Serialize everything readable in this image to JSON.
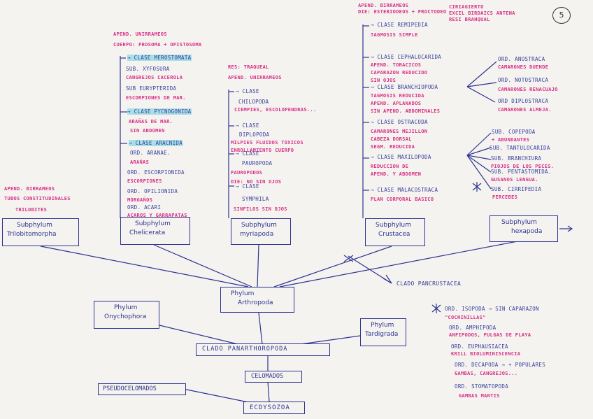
{
  "page_number": "5",
  "top_right": {
    "l1": "CIRIAGIERTO",
    "l2": "EXCIL BIRDAICS ANTENA",
    "l3": "RESI BRANQUAL"
  },
  "top_crustacea": {
    "l1": "APEND. BIRRAMEOS",
    "l2": "DIE: ESTERIODEOS + PROCTODEO"
  },
  "chelicerata_notes": {
    "apend": "APEND. UNIRRAMEOS",
    "cuerpo": "CUERPO: PROSOMA + OPISTOSOMA"
  },
  "chelicerata": [
    {
      "t": "CLASE MEROSTOMATA",
      "c": "blue",
      "hl": true
    },
    {
      "t": "SUB. XYFOSURA",
      "c": "blue"
    },
    {
      "t": "CANGREJOS CACEROLA",
      "c": "pink"
    },
    {
      "t": "SUB EURYPTERIDA",
      "c": "blue"
    },
    {
      "t": "ESCORPIONES DE MAR.",
      "c": "pink"
    },
    {
      "t": "CLASE PYCNOGONIDA",
      "c": "blue",
      "hl": true
    },
    {
      "t": "ARAÑAS DE MAR.",
      "c": "pink"
    },
    {
      "t": "SIN ABDOMEN",
      "c": "pink"
    },
    {
      "t": "CLASE ARACNIDA",
      "c": "blue",
      "hl": true
    },
    {
      "t": "ORD. ARANAE.",
      "c": "blue"
    },
    {
      "t": "ARAÑAS",
      "c": "pink"
    },
    {
      "t": "ORD. ESCORPIONIDA",
      "c": "blue"
    },
    {
      "t": "ESCORPIONES",
      "c": "pink"
    },
    {
      "t": "ORD. OPILIONIDA",
      "c": "blue"
    },
    {
      "t": "MORGAÑOS",
      "c": "pink"
    },
    {
      "t": "ORD. ACARI",
      "c": "blue"
    },
    {
      "t": "ACAROS Y GARRAPATAS",
      "c": "pink"
    }
  ],
  "myriapoda_notes": {
    "resp": "RES: TRAQUEAL",
    "apend": "APEND. UNIRRAMEOS"
  },
  "myriapoda": [
    {
      "t": "CLASE",
      "c": "blue"
    },
    {
      "t": "CHILOPODA",
      "c": "blue"
    },
    {
      "t": "CIEMPIES, ESCOLOPENDRAS...",
      "c": "pink"
    },
    {
      "t": "CLASE",
      "c": "blue"
    },
    {
      "t": "DIPLOPODA",
      "c": "blue"
    },
    {
      "t": "MILPIES    FLUIDOS TOXICOS",
      "c": "pink"
    },
    {
      "t": "ENROLLAMIENTO CUERPO",
      "c": "pink"
    },
    {
      "t": "CLASE",
      "c": "blue"
    },
    {
      "t": "PAUROPODA",
      "c": "blue"
    },
    {
      "t": "PAUROPODOS",
      "c": "pink"
    },
    {
      "t": "DIE: NO    SIN OJOS",
      "c": "pink"
    },
    {
      "t": "CLASE",
      "c": "blue"
    },
    {
      "t": "SYMPHILA",
      "c": "blue"
    },
    {
      "t": "SINFILOS    SIN OJOS",
      "c": "pink"
    }
  ],
  "crustacea": [
    {
      "t": "CLASE REMIPEDIA",
      "c": "blue"
    },
    {
      "t": "TAGMOSIS SIMPLE",
      "c": "pink"
    },
    {
      "t": "CLASE CEPHALOCARIDA",
      "c": "blue"
    },
    {
      "t": "APEND. TORACICOS",
      "c": "pink"
    },
    {
      "t": "CAPARAZON REDUCIDO",
      "c": "pink"
    },
    {
      "t": "SIN OJOS",
      "c": "pink"
    },
    {
      "t": "CLASE BRANCHIOPODA",
      "c": "blue"
    },
    {
      "t": "TAGMOSIS REDUCIDA",
      "c": "pink"
    },
    {
      "t": "APEND. APLANADOS",
      "c": "pink"
    },
    {
      "t": "SIN APEND. ABDOMINALES",
      "c": "pink"
    },
    {
      "t": "CLASE OSTRACODA",
      "c": "blue"
    },
    {
      "t": "CAMARONES MEJILLON",
      "c": "pink"
    },
    {
      "t": "CABEZA DORSAL",
      "c": "pink"
    },
    {
      "t": "SEGM. REDUCIDA",
      "c": "pink"
    },
    {
      "t": "CLASE MAXILOPODA",
      "c": "blue"
    },
    {
      "t": "REDUCCION DE",
      "c": "pink"
    },
    {
      "t": "APEND. Y ABDOMEN",
      "c": "pink"
    },
    {
      "t": "CLASE MALACOSTRACA",
      "c": "blue"
    },
    {
      "t": "PLAN CORPORAL BASICO",
      "c": "pink"
    }
  ],
  "branchiopoda_orders": [
    {
      "t": "ORD. ANOSTRACA",
      "c": "blue"
    },
    {
      "t": "CAMARONES DUENDE",
      "c": "pink"
    },
    {
      "t": "ORD. NOTOSTRACA",
      "c": "blue"
    },
    {
      "t": "CAMARONES RENACUAJO",
      "c": "pink"
    },
    {
      "t": "ORD DIPLOSTRACA",
      "c": "blue"
    },
    {
      "t": "CAMARONES ALMEJA.",
      "c": "pink"
    }
  ],
  "maxillopoda_subs": [
    {
      "t": "SUB. COPEPODA",
      "c": "blue"
    },
    {
      "t": "+ ABUNDANTES",
      "c": "pink"
    },
    {
      "t": "SUB. TANTULOCARIDA",
      "c": "blue"
    },
    {
      "t": "SUB. BRANCHIURA",
      "c": "blue"
    },
    {
      "t": "PIOJOS DE LOS PECES.",
      "c": "pink"
    },
    {
      "t": "SUB. PENTASTOMIDA.",
      "c": "blue"
    },
    {
      "t": "GUSANOS LENGUA.",
      "c": "pink"
    },
    {
      "t": "SUB. CIRRIPEDIA",
      "c": "blue"
    },
    {
      "t": "PERCEBES",
      "c": "pink"
    }
  ],
  "trilobita_notes": {
    "l1": "APEND. BIRRAMEOS",
    "l2": "TUBOS CONSTITUDINALES",
    "l3": "TRILOBITES"
  },
  "subphyla": {
    "trilo_a": "Subphylum",
    "trilo_b": "Trilobitomorpha",
    "cheli_a": "Subphylum",
    "cheli_b": "Chelicerata",
    "myria_a": "Subphylum",
    "myria_b": "myriapoda",
    "crust_a": "Subphylum",
    "crust_b": "Crustacea",
    "hexa_a": "Subphylum",
    "hexa_b": "hexapoda"
  },
  "clado_pancrustacea": "CLADO PANCRUSTACEA",
  "phyla": {
    "arthro_a": "Phylum",
    "arthro_b": "Arthropoda",
    "onycho_a": "Phylum",
    "onycho_b": "Onychophora",
    "tardi_a": "Phylum",
    "tardi_b": "Tardigrada"
  },
  "clado_panarthropoda": "CLADO PANARTHOROPODA",
  "celomados": "CELOMADOS",
  "pseudocelomados": "PSEUDOCELOMADOS",
  "ecdysozoa": "ECDYSOZOA",
  "malacostraca_orders": [
    {
      "t": "ORD. ISOPODA → SIN CAPARAZON",
      "c": "blue"
    },
    {
      "t": "\"COCHINILLAS\"",
      "c": "pink"
    },
    {
      "t": "ORD. AMPHIPODA",
      "c": "blue"
    },
    {
      "t": "ANFIPODOS, PULGAS DE PLAYA",
      "c": "pink"
    },
    {
      "t": "ORD. EUPHAUSIACEA",
      "c": "blue"
    },
    {
      "t": "KRILL  BIOLUMINISCENCIA",
      "c": "pink"
    },
    {
      "t": "ORD. DECAPODA → + POPULARES",
      "c": "blue"
    },
    {
      "t": "GAMBAS, CANGREJOS...",
      "c": "pink"
    },
    {
      "t": "ORD. STOMATOPODA",
      "c": "blue"
    },
    {
      "t": "GAMBAS MANTIS",
      "c": "pink"
    }
  ]
}
